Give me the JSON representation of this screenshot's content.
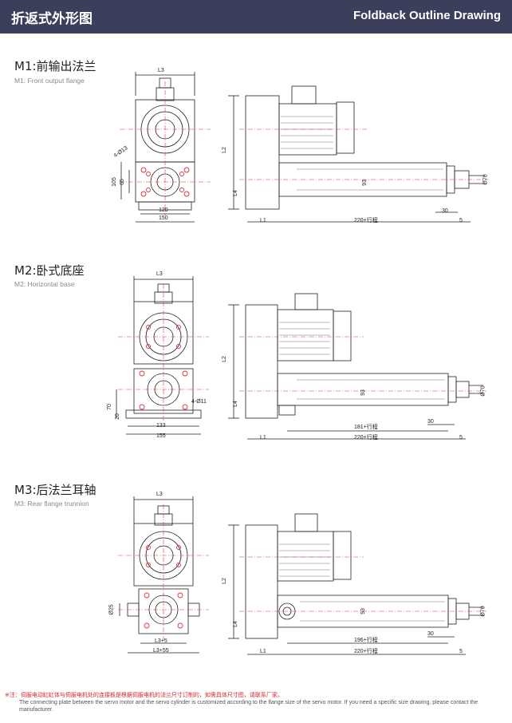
{
  "header": {
    "title_cn": "折返式外形图",
    "title_en": "Foldback Outline Drawing"
  },
  "sections": [
    {
      "title": "M1:前输出法兰",
      "subtitle": "M1: Front output flange",
      "dims": {
        "l3": "L3",
        "hole": "4-Ø13",
        "d105": "105",
        "d65": "65",
        "d120": "120",
        "d150": "150",
        "l2": "L2",
        "l4": "L4",
        "l1": "L1",
        "stroke": "220+行程",
        "d93": "93",
        "d30": "30",
        "d5": "5",
        "phi70": "Ø70"
      }
    },
    {
      "title": "M2:卧式底座",
      "subtitle": "M2: Horizontal base",
      "dims": {
        "l3": "L3",
        "hole": "4-Ø11",
        "d70": "70",
        "d20": "20",
        "d133": "133",
        "d155": "155",
        "l2": "L2",
        "l4": "L4",
        "l1": "L1",
        "stroke181": "181+行程",
        "stroke": "220+行程",
        "d93": "93",
        "d30": "30",
        "d5": "5",
        "phi70": "Ø70"
      }
    },
    {
      "title": "M3:后法兰耳轴",
      "subtitle": "M3: Rear flange trunnion",
      "dims": {
        "l3": "L3",
        "phi25": "Ø25",
        "l3p5": "L3+5",
        "l3p55": "L3+55",
        "l2": "L2",
        "l4": "L4",
        "l1": "L1",
        "stroke196": "196+行程",
        "stroke": "220+行程",
        "d93": "93",
        "d30": "30",
        "d5": "5",
        "phi70": "Ø70"
      }
    }
  ],
  "note": {
    "cn": "※注：伺服电动缸缸体与伺服电机处的连接板是根据伺服电机的法兰尺寸订制的，如需具体尺寸图，请联系厂家。",
    "en": "The connecting plate between the servo motor and the servo cylinder is customized according to the flange size of the servo motor. If you need a specific size drawing, please contact the manufacturer."
  },
  "colors": {
    "header_bg": "#3b3f5c",
    "centerline": "#e0353a",
    "note_red": "#d9262b"
  }
}
